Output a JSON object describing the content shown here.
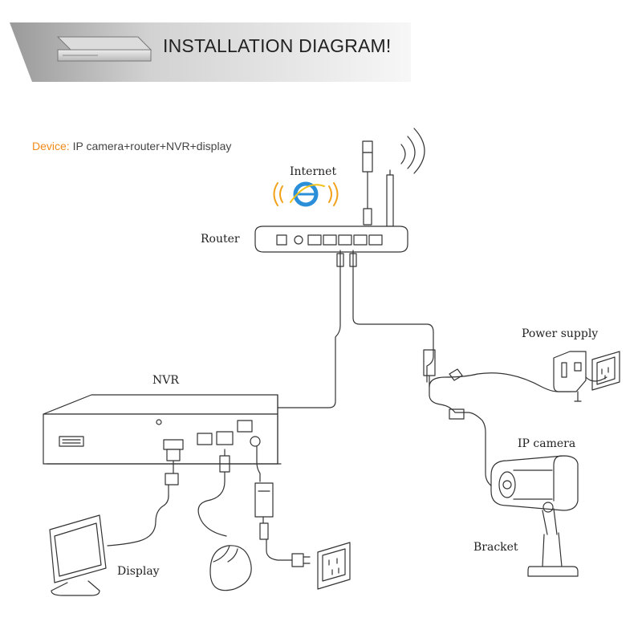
{
  "banner": {
    "title": "INSTALLATION DIAGRAM!"
  },
  "device": {
    "label": "Device:",
    "text": "IP camera+router+NVR+display"
  },
  "labels": {
    "internet": "Internet",
    "router": "Router",
    "nvr": "NVR",
    "power_supply": "Power supply",
    "ip_camera": "IP camera",
    "bracket": "Bracket",
    "display": "Display"
  },
  "icons": {
    "internet": "internet-explorer-icon",
    "router": "router-icon",
    "nvr": "nvr-recorder-icon",
    "camera": "bullet-camera-icon",
    "display": "monitor-icon",
    "mouse": "mouse-icon",
    "power_adapter": "power-adapter-icon",
    "wall_socket": "wall-socket-icon"
  },
  "colors": {
    "accent": "#f28a1a",
    "internet_icon": "#2a8fd8"
  }
}
